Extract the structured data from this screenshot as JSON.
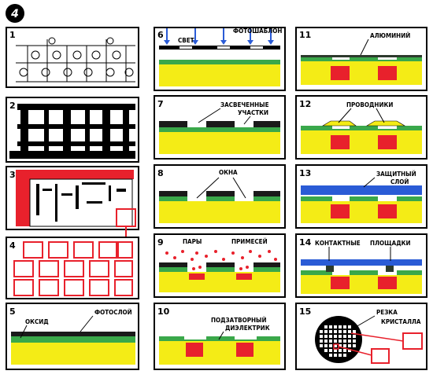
{
  "figure_number": "4",
  "panels": [
    {
      "n": "1",
      "labels": []
    },
    {
      "n": "2",
      "labels": []
    },
    {
      "n": "3",
      "labels": []
    },
    {
      "n": "4",
      "labels": []
    },
    {
      "n": "5",
      "labels": [
        "ОКСИД",
        "ФОТОСЛОЙ"
      ]
    },
    {
      "n": "6",
      "labels": [
        "СВЕТ",
        "ФОТОШАБЛОН"
      ]
    },
    {
      "n": "7",
      "labels": [
        "ЗАСВЕЧЕННЫЕ",
        "УЧАСТКИ"
      ]
    },
    {
      "n": "8",
      "labels": [
        "ОКНА"
      ]
    },
    {
      "n": "9",
      "labels": [
        "ПАРЫ",
        "ПРИМЕСЕЙ"
      ]
    },
    {
      "n": "10",
      "labels": [
        "ПОДЗАТВОРНЫЙ",
        "ДИЭЛЕКТРИК"
      ]
    },
    {
      "n": "11",
      "labels": [
        "АЛЮМИНИЙ"
      ]
    },
    {
      "n": "12",
      "labels": [
        "ПРОВОДНИКИ"
      ]
    },
    {
      "n": "13",
      "labels": [
        "ЗАЩИТНЫЙ",
        "СЛОЙ"
      ]
    },
    {
      "n": "14",
      "labels": [
        "КОНТАКТНЫЕ",
        "ПЛОЩАДКИ"
      ]
    },
    {
      "n": "15",
      "labels": [
        "РЕЗКА",
        "КРИСТАЛЛА"
      ]
    }
  ],
  "colors": {
    "substrate": "#f4ec16",
    "oxide": "#3aa84a",
    "photoresist": "#1a1a1a",
    "doped": "#e8212c",
    "aluminum": "#2d3a2d",
    "protective": "#2a5bd6",
    "frame": "#000000"
  }
}
